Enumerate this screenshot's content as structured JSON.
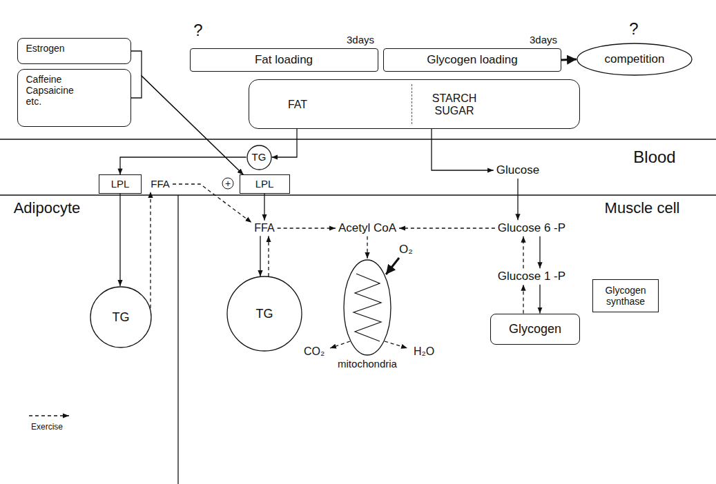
{
  "diagram": {
    "nodes": [
      {
        "text": [
          "Estrogen"
        ]
      },
      {
        "text": [
          "Caffeine Capsaicine etc."
        ]
      },
      {
        "text": [
          "Fat loading"
        ]
      },
      {
        "text": [
          "Glycogen loading"
        ]
      },
      {
        "text": [
          "competition"
        ]
      },
      {
        "text": [
          "FAT",
          "STARCH SUGAR"
        ]
      },
      {
        "text": [
          "TG"
        ]
      },
      {
        "text": [
          "LPL"
        ]
      },
      {
        "text": [
          "LPL"
        ]
      },
      {
        "text": [
          "FFA"
        ]
      },
      {
        "text": [
          "Glucose"
        ]
      },
      {
        "text": [
          "TG"
        ]
      },
      {
        "text": [
          "FFA"
        ]
      },
      {
        "text": [
          "Acetyl CoA"
        ]
      },
      {
        "text": [
          "Glucose 6 -P"
        ]
      },
      {
        "text": [
          "TG"
        ]
      },
      {
        "text": [
          "mitochondria"
        ]
      },
      {
        "text": [
          "Glucose 1 -P"
        ]
      },
      {
        "text": [
          "Glycogen synthase"
        ]
      },
      {
        "text": [
          "Glycogen"
        ]
      }
    ],
    "edges": [
      {
        "from": 0,
        "to": 8,
        "arrow": "to"
      },
      {
        "from": 1,
        "to": 8,
        "arrow": "to"
      },
      {
        "from": 3,
        "to": 4,
        "arrow": "to"
      },
      {
        "from": 5,
        "to": 6,
        "arrow": "to"
      },
      {
        "from": 5,
        "to": 10,
        "arrow": "to"
      },
      {
        "from": 6,
        "to": 7,
        "arrow": "to"
      },
      {
        "from": 7,
        "to": 11,
        "arrow": "to"
      },
      {
        "from": 11,
        "to": 9,
        "arrow": "to"
      },
      {
        "from": 9,
        "to": 12,
        "arrow": "to"
      },
      {
        "from": 8,
        "to": 12,
        "arrow": "to"
      },
      {
        "from": 12,
        "to": 15,
        "arrow": "to"
      },
      {
        "from": 15,
        "to": 12,
        "arrow": "to"
      },
      {
        "from": 12,
        "to": 13,
        "arrow": "to"
      },
      {
        "from": 14,
        "to": 13,
        "arrow": "to"
      },
      {
        "from": 13,
        "to": 16,
        "arrow": "to"
      },
      {
        "from": 10,
        "to": 14,
        "arrow": "to"
      },
      {
        "from": 14,
        "to": 17,
        "arrow": "to"
      },
      {
        "from": 17,
        "to": 14,
        "arrow": "to"
      },
      {
        "from": 17,
        "to": 19,
        "arrow": "to"
      },
      {
        "from": 19,
        "to": 17,
        "arrow": "to"
      }
    ],
    "labels": [
      "?",
      "3days",
      "3days",
      "?",
      "Blood",
      "Adipocyte",
      "Muscle cell",
      "+",
      "O₂",
      "CO₂",
      "H₂O"
    ],
    "legend": [
      {
        "text": "Exercise"
      }
    ]
  }
}
